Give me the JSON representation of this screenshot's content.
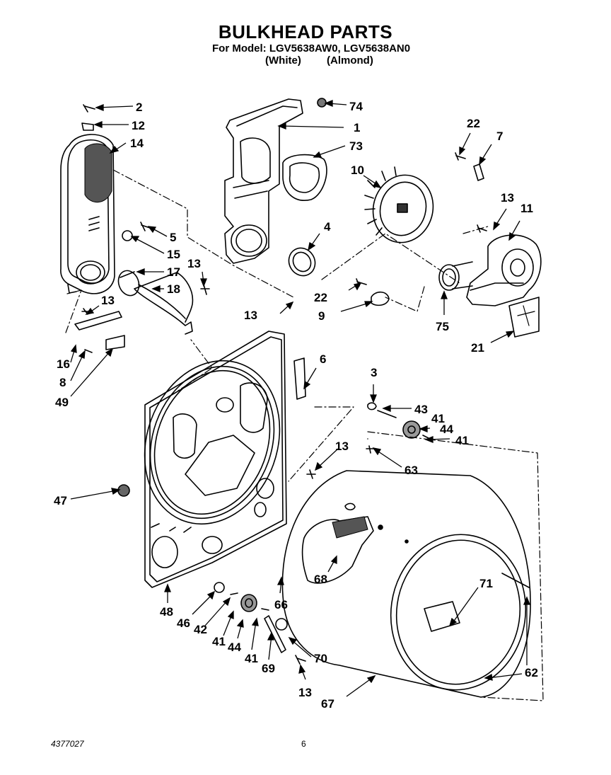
{
  "header": {
    "title": "BULKHEAD PARTS",
    "subtitle": "For Model: LGV5638AW0, LGV5638AN0",
    "variant_white": "(White)",
    "variant_almond": "(Almond)"
  },
  "footer": {
    "part_number": "4377027",
    "page_number": "6"
  },
  "callouts": {
    "c2": "2",
    "c12": "12",
    "c14": "14",
    "c5": "5",
    "c15": "15",
    "c17": "17",
    "c18": "18",
    "c13a": "13",
    "c13b": "13",
    "c16": "16",
    "c8": "8",
    "c49": "49",
    "c74": "74",
    "c1": "1",
    "c73": "73",
    "c4": "4",
    "c13c": "13",
    "c22a": "22",
    "c9": "9",
    "c10": "10",
    "c22b": "22",
    "c7": "7",
    "c13d": "13",
    "c11": "11",
    "c75": "75",
    "c21": "21",
    "c6": "6",
    "c3": "3",
    "c43": "43",
    "c41a": "41",
    "c44a": "44",
    "c41b": "41",
    "c13e": "13",
    "c63": "63",
    "c47": "47",
    "c68": "68",
    "c71": "71",
    "c66": "66",
    "c48": "48",
    "c46": "46",
    "c42": "42",
    "c41c": "41",
    "c44b": "44",
    "c41d": "41",
    "c69": "69",
    "c70": "70",
    "c13f": "13",
    "c67": "67",
    "c62": "62"
  }
}
